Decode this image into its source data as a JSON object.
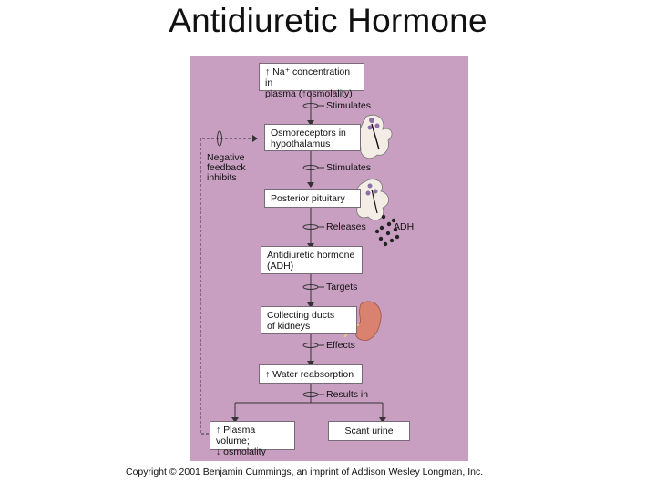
{
  "title": "Antidiuretic Hormone",
  "boxes": {
    "sodium": {
      "prefix": "↑",
      "line1": " Na⁺ concentration in",
      "line2a": "plasma (",
      "arrow": "↑",
      "line2b": "osmolality)"
    },
    "osmoreceptors": {
      "line1": "Osmoreceptors in",
      "line2": "hypothalamus"
    },
    "posterior_pituitary": "Posterior pituitary",
    "adh": {
      "line1": "Antidiuretic hormone",
      "line2": "(ADH)"
    },
    "collecting_ducts": {
      "line1": "Collecting ducts",
      "line2": "of kidneys"
    },
    "water": {
      "prefix": "↑",
      "text": " Water reabsorption"
    },
    "plasma_volume": {
      "up": "↑",
      "line1": " Plasma volume;",
      "down": "↓",
      "line2": " osmolality"
    },
    "scant_urine": "Scant urine"
  },
  "connectors": {
    "stimulates_1": "Stimulates",
    "stimulates_2": "Stimulates",
    "releases": "Releases",
    "targets": "Targets",
    "effects": "Effects",
    "results_in": "Results in"
  },
  "feedback": {
    "line1": "Negative",
    "line2": "feedback",
    "line3": "inhibits"
  },
  "adh_particles_label": "ADH",
  "copyright": "Copyright © 2001 Benjamin Cummings, an imprint of Addison Wesley Longman, Inc.",
  "colors": {
    "panel": "#c89fc1",
    "line": "#333333",
    "kidney": "#d9826f"
  }
}
